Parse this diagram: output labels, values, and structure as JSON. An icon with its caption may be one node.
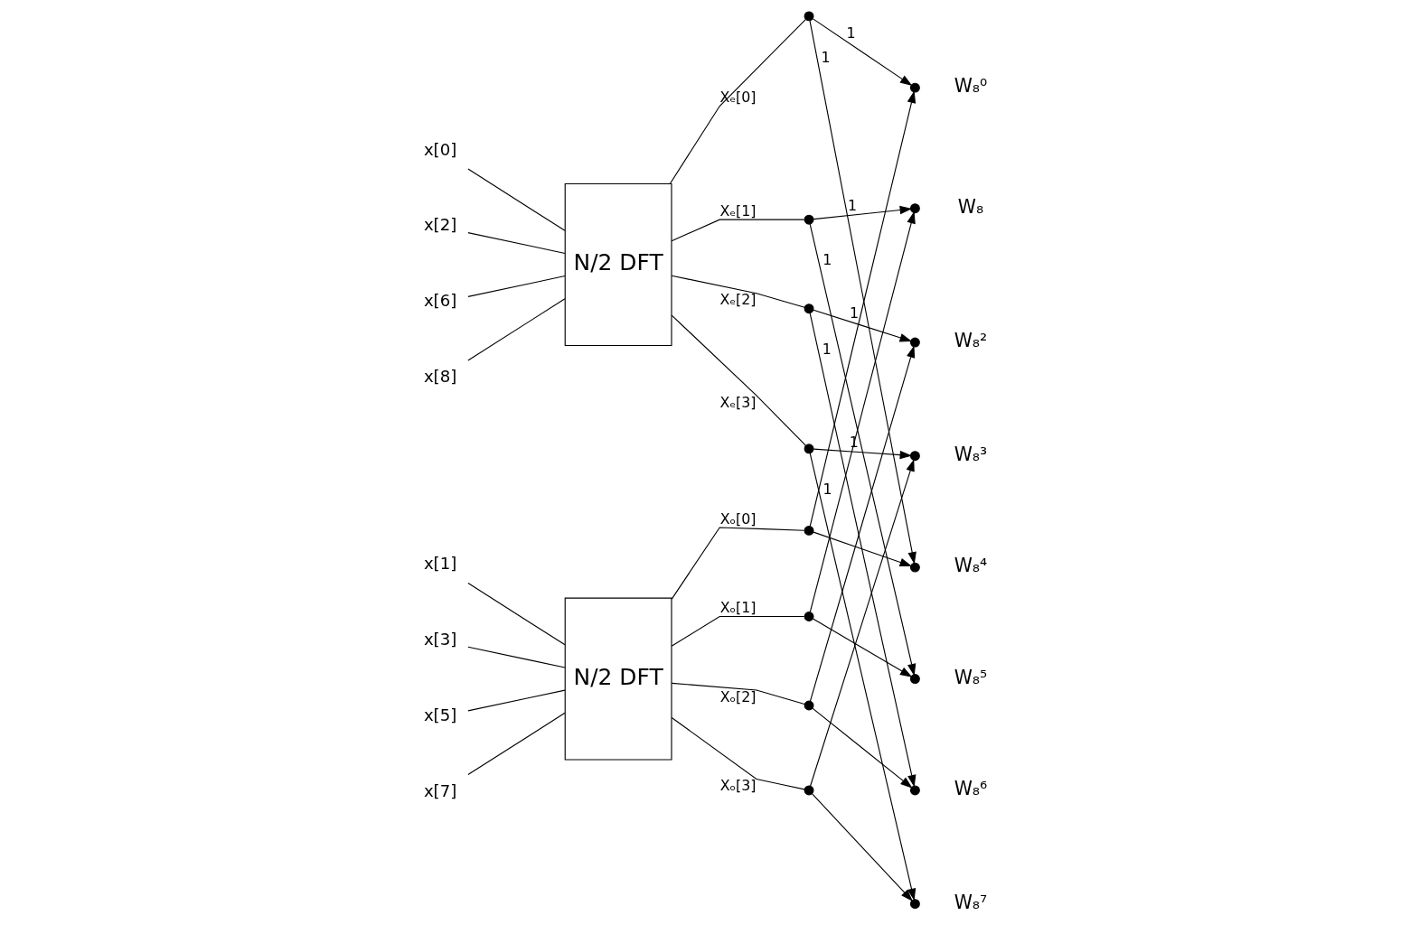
{
  "diagram": {
    "nodes": [
      {
        "text": [
          "x[0]"
        ]
      },
      {
        "text": [
          "x[2]"
        ]
      },
      {
        "text": [
          "x[6]"
        ]
      },
      {
        "text": [
          "x[8]"
        ]
      },
      {
        "text": [
          "N/2 DFT"
        ]
      },
      {
        "text": [
          "x[1]"
        ]
      },
      {
        "text": [
          "x[3]"
        ]
      },
      {
        "text": [
          "x[5]"
        ]
      },
      {
        "text": [
          "x[7]"
        ]
      },
      {
        "text": [
          "N/2 DFT"
        ]
      },
      {
        "text": [],
        "shape": "circle"
      },
      {
        "text": [],
        "shape": "circle"
      },
      {
        "text": [],
        "shape": "circle"
      },
      {
        "text": [],
        "shape": "circle"
      },
      {
        "text": [],
        "shape": "circle"
      },
      {
        "text": [],
        "shape": "circle"
      },
      {
        "text": [],
        "shape": "circle"
      },
      {
        "text": [],
        "shape": "circle"
      },
      {
        "text": [],
        "shape": "circle",
        "beside": [
          "W₈⁰"
        ]
      },
      {
        "text": [],
        "shape": "circle",
        "beside": [
          "W₈"
        ]
      },
      {
        "text": [],
        "shape": "circle",
        "beside": [
          "W₈²"
        ]
      },
      {
        "text": [],
        "shape": "circle",
        "beside": [
          "W₈³"
        ]
      },
      {
        "text": [],
        "shape": "circle",
        "beside": [
          "W₈⁴"
        ]
      },
      {
        "text": [],
        "shape": "circle",
        "beside": [
          "W₈⁵"
        ]
      },
      {
        "text": [],
        "shape": "circle",
        "beside": [
          "W₈⁶"
        ]
      },
      {
        "text": [],
        "shape": "circle",
        "beside": [
          "W₈⁷"
        ]
      }
    ],
    "edges": [
      {
        "from": 0,
        "to": 4,
        "arrow": "none"
      },
      {
        "from": 1,
        "to": 4,
        "arrow": "none"
      },
      {
        "from": 2,
        "to": 4,
        "arrow": "none"
      },
      {
        "from": 3,
        "to": 4,
        "arrow": "none"
      },
      {
        "from": 5,
        "to": 9,
        "arrow": "none"
      },
      {
        "from": 6,
        "to": 9,
        "arrow": "none"
      },
      {
        "from": 7,
        "to": 9,
        "arrow": "none"
      },
      {
        "from": 8,
        "to": 9,
        "arrow": "none"
      },
      {
        "from": 4,
        "to": 10,
        "arrow": "none",
        "label": "Xₑ[0]"
      },
      {
        "from": 4,
        "to": 11,
        "arrow": "none",
        "label": "Xₑ[1]"
      },
      {
        "from": 4,
        "to": 12,
        "arrow": "none",
        "label": "Xₑ[2]"
      },
      {
        "from": 4,
        "to": 13,
        "arrow": "none",
        "label": "Xₑ[3]"
      },
      {
        "from": 9,
        "to": 14,
        "arrow": "none",
        "label": "Xₒ[0]"
      },
      {
        "from": 9,
        "to": 15,
        "arrow": "none",
        "label": "Xₒ[1]"
      },
      {
        "from": 9,
        "to": 16,
        "arrow": "none",
        "label": "Xₒ[2]"
      },
      {
        "from": 9,
        "to": 17,
        "arrow": "none",
        "label": "Xₒ[3]"
      },
      {
        "from": 10,
        "to": 18,
        "arrow": "to",
        "label": "1"
      },
      {
        "from": 10,
        "to": 22,
        "arrow": "to",
        "label": "1"
      },
      {
        "from": 11,
        "to": 19,
        "arrow": "to",
        "label": "1"
      },
      {
        "from": 11,
        "to": 23,
        "arrow": "to",
        "label": "1"
      },
      {
        "from": 12,
        "to": 20,
        "arrow": "to",
        "label": "1"
      },
      {
        "from": 12,
        "to": 24,
        "arrow": "to",
        "label": "1"
      },
      {
        "from": 13,
        "to": 21,
        "arrow": "to",
        "label": "1"
      },
      {
        "from": 13,
        "to": 25,
        "arrow": "to",
        "label": "1"
      },
      {
        "from": 14,
        "to": 18,
        "arrow": "to"
      },
      {
        "from": 14,
        "to": 22,
        "arrow": "to"
      },
      {
        "from": 15,
        "to": 19,
        "arrow": "to"
      },
      {
        "from": 15,
        "to": 23,
        "arrow": "to"
      },
      {
        "from": 16,
        "to": 20,
        "arrow": "to"
      },
      {
        "from": 16,
        "to": 24,
        "arrow": "to"
      },
      {
        "from": 17,
        "to": 21,
        "arrow": "to"
      },
      {
        "from": 17,
        "to": 25,
        "arrow": "to"
      }
    ]
  }
}
